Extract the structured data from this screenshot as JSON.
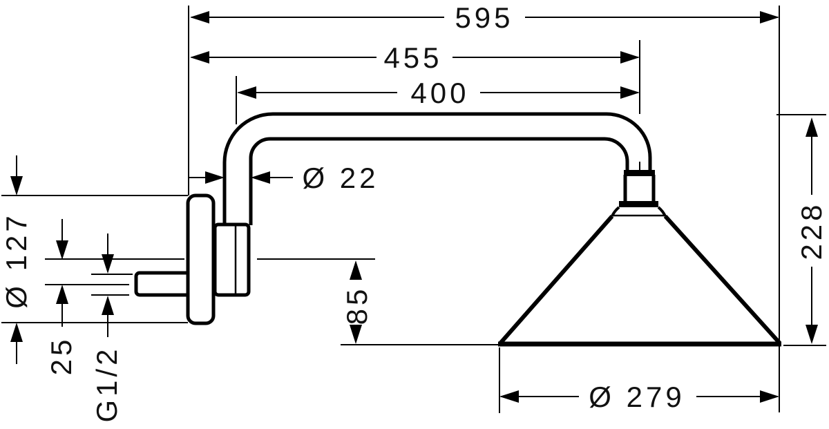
{
  "drawing": {
    "description": "shower head with wall-mounted shower arm, side elevation with dimensions",
    "colors": {
      "ink": "#000000",
      "background": "#ffffff"
    },
    "labels": {
      "d595": "595",
      "d455": "455",
      "d400": "400",
      "d22": "Ø 22",
      "d127": "Ø 127",
      "d25": "25",
      "dthread": "G1/2",
      "d85": "85",
      "d228": "228",
      "d279": "Ø 279"
    }
  }
}
